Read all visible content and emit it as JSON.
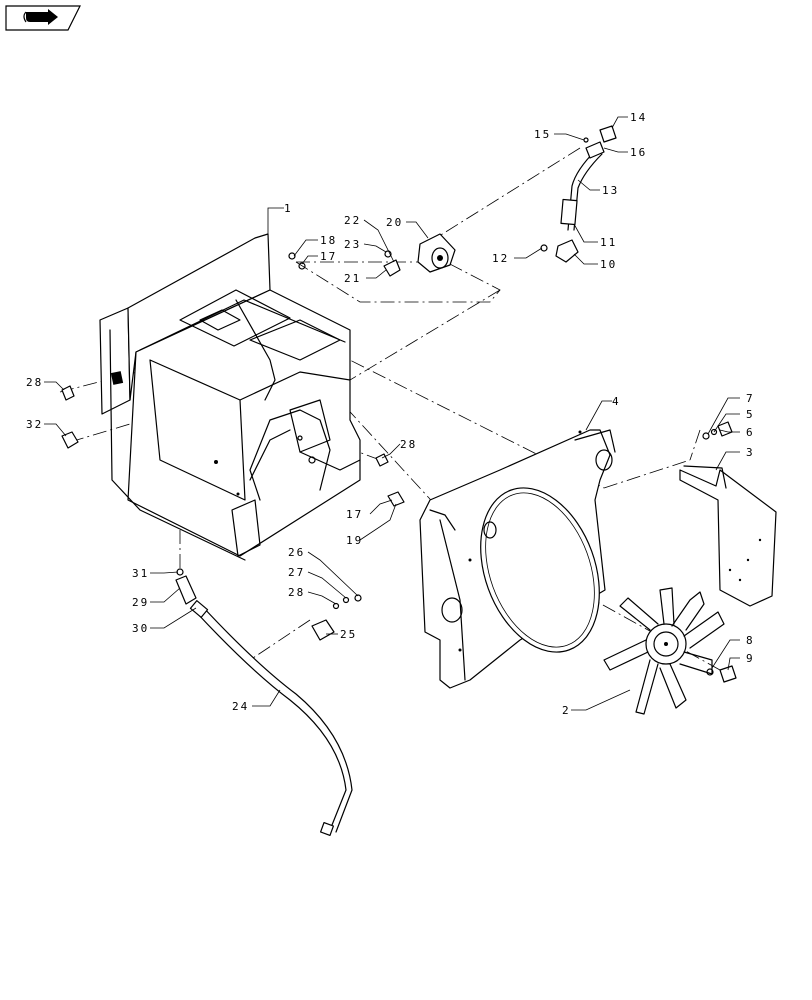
{
  "nav": {
    "icon": "book-arrow-icon"
  },
  "callouts": [
    {
      "id": "c1",
      "text": "1"
    },
    {
      "id": "c2",
      "text": "2"
    },
    {
      "id": "c3",
      "text": "3"
    },
    {
      "id": "c4",
      "text": "4"
    },
    {
      "id": "c5",
      "text": "5"
    },
    {
      "id": "c6",
      "text": "6"
    },
    {
      "id": "c7",
      "text": "7"
    },
    {
      "id": "c8",
      "text": "8"
    },
    {
      "id": "c9",
      "text": "9"
    },
    {
      "id": "c10",
      "text": "10"
    },
    {
      "id": "c11",
      "text": "11"
    },
    {
      "id": "c12",
      "text": "12"
    },
    {
      "id": "c13",
      "text": "13"
    },
    {
      "id": "c14",
      "text": "14"
    },
    {
      "id": "c15",
      "text": "15"
    },
    {
      "id": "c16",
      "text": "16"
    },
    {
      "id": "c17a",
      "text": "17"
    },
    {
      "id": "c17b",
      "text": "17"
    },
    {
      "id": "c18",
      "text": "18"
    },
    {
      "id": "c19",
      "text": "19"
    },
    {
      "id": "c20",
      "text": "20"
    },
    {
      "id": "c21",
      "text": "21"
    },
    {
      "id": "c22",
      "text": "22"
    },
    {
      "id": "c23",
      "text": "23"
    },
    {
      "id": "c24",
      "text": "24"
    },
    {
      "id": "c25",
      "text": "25"
    },
    {
      "id": "c26",
      "text": "26"
    },
    {
      "id": "c27",
      "text": "27"
    },
    {
      "id": "c28a",
      "text": "28"
    },
    {
      "id": "c28b",
      "text": "28"
    },
    {
      "id": "c28c",
      "text": "28"
    },
    {
      "id": "c29",
      "text": "29"
    },
    {
      "id": "c30",
      "text": "30"
    },
    {
      "id": "c31",
      "text": "31"
    },
    {
      "id": "c32",
      "text": "32"
    }
  ]
}
